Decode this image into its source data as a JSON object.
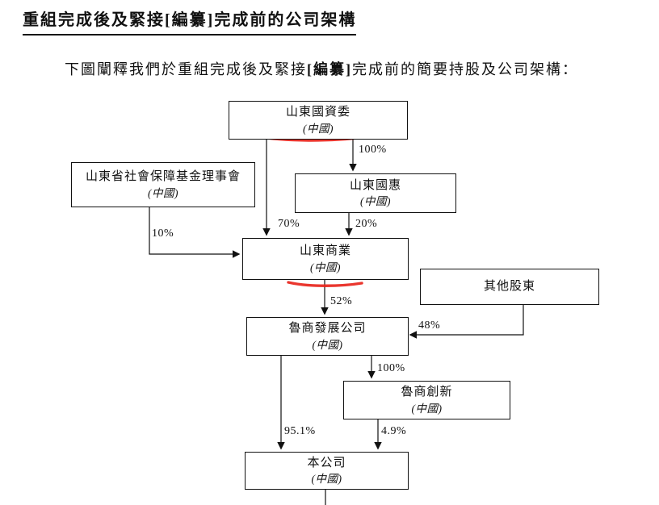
{
  "header": {
    "title": "重組完成後及緊接[編纂]完成前的公司架構"
  },
  "intro": {
    "prefix": "下圖闡釋我們於重組完成後及緊接",
    "bracket": "[編纂]",
    "suffix": "完成前的簡要持股及公司架構："
  },
  "chart": {
    "nodes": {
      "sasac": {
        "name": "山東國資委",
        "region": "(中國)"
      },
      "ssf": {
        "name": "山東省社會保障基金理事會",
        "region": "(中國)"
      },
      "guohui": {
        "name": "山東國惠",
        "region": "(中國)"
      },
      "shangye": {
        "name": "山東商業",
        "region": "(中國)"
      },
      "other": {
        "name": "其他股東"
      },
      "dev": {
        "name": "魯商發展公司",
        "region": "(中國)"
      },
      "inno": {
        "name": "魯商創新",
        "region": "(中國)"
      },
      "company": {
        "name": "本公司",
        "region": "(中國)"
      }
    },
    "edges": {
      "sasac_guohui": "100%",
      "sasac_shangye": "70%",
      "guohui_shangye": "20%",
      "ssf_shangye": "10%",
      "shangye_dev": "52%",
      "other_dev": "48%",
      "dev_inno": "100%",
      "dev_company": "95.1%",
      "inno_company": "4.9%"
    }
  },
  "colors": {
    "annotation_red": "#e8251c",
    "line": "#111111"
  }
}
